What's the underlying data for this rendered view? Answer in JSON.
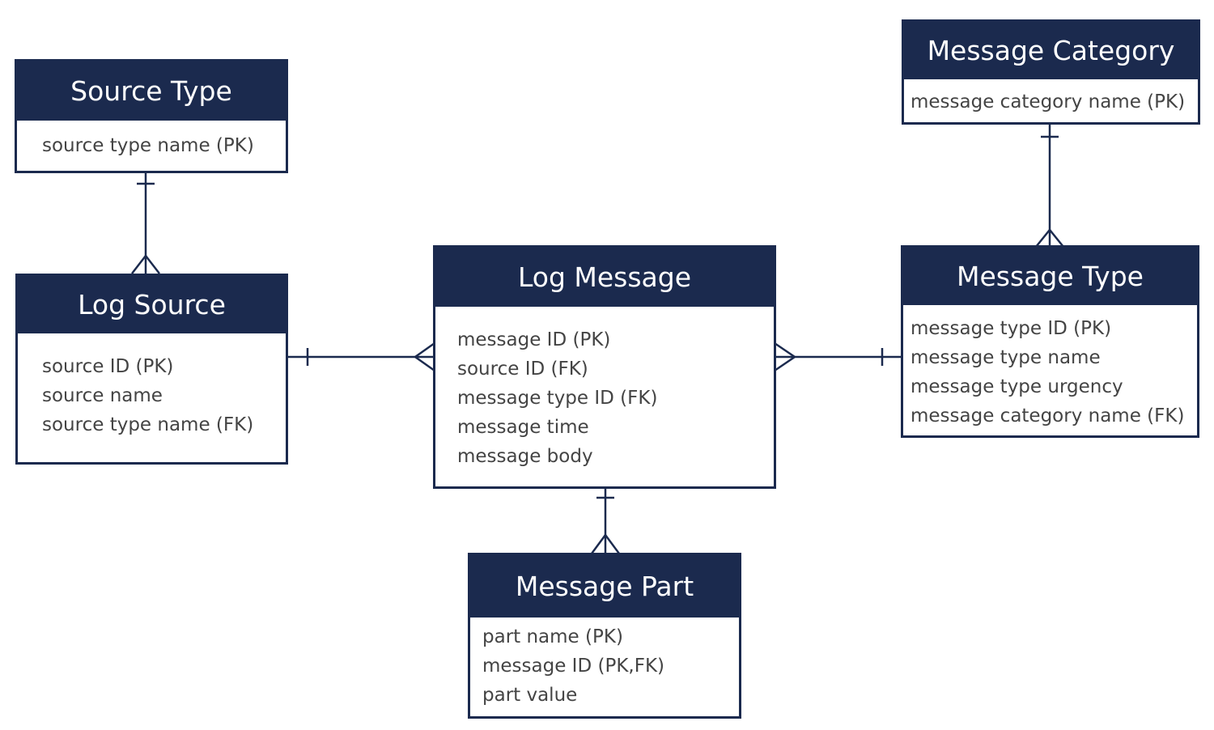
{
  "diagram": {
    "colors": {
      "header_background": "#1b2a4e",
      "header_text": "#ffffff",
      "border": "#1b2a4e",
      "field_text": "#444444"
    },
    "entities": {
      "source_type": {
        "title": "Source Type",
        "fields": [
          "source type name (PK)"
        ]
      },
      "log_source": {
        "title": "Log Source",
        "fields": [
          "source ID (PK)",
          "source name",
          "source type name (FK)"
        ]
      },
      "log_message": {
        "title": "Log Message",
        "fields": [
          "message ID (PK)",
          "source ID (FK)",
          "message type ID (FK)",
          "message time",
          "message body"
        ]
      },
      "message_category": {
        "title": "Message Category",
        "fields": [
          "message category name (PK)"
        ]
      },
      "message_type": {
        "title": "Message Type",
        "fields": [
          "message type ID (PK)",
          "message type name",
          "message type urgency",
          "message category name (FK)"
        ]
      },
      "message_part": {
        "title": "Message Part",
        "fields": [
          "part name (PK)",
          "message ID (PK,FK)",
          "part value"
        ]
      }
    },
    "relationships": [
      {
        "from": "Source Type",
        "to": "Log Source",
        "from_cardinality": "one",
        "to_cardinality": "many"
      },
      {
        "from": "Log Source",
        "to": "Log Message",
        "from_cardinality": "one",
        "to_cardinality": "many"
      },
      {
        "from": "Message Type",
        "to": "Log Message",
        "from_cardinality": "one",
        "to_cardinality": "many"
      },
      {
        "from": "Message Category",
        "to": "Message Type",
        "from_cardinality": "one",
        "to_cardinality": "many"
      },
      {
        "from": "Log Message",
        "to": "Message Part",
        "from_cardinality": "one",
        "to_cardinality": "many"
      }
    ]
  }
}
